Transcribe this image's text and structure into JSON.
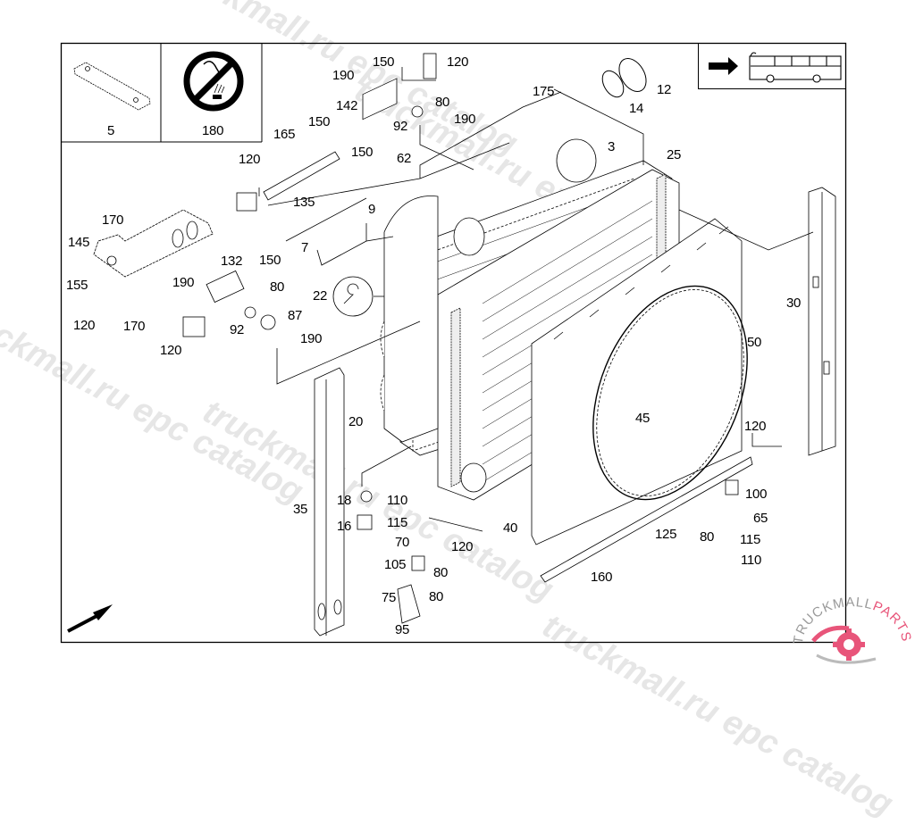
{
  "diagram": {
    "title": "Radiator and cooling assembly exploded parts diagram",
    "watermarks": [
      "truckmall.ru epc catalog",
      "truckmall.ru epc catalog",
      "truckmall.ru epc catalog",
      "truckmall.ru epc catalog",
      "truckmall.ru epc catalog"
    ],
    "logo": {
      "text_left": "TRUCKMALL",
      "text_right": "PARTS",
      "accent_color": "#e8557a"
    },
    "insets": [
      {
        "label": "5",
        "icon": "bracket-plate-icon"
      },
      {
        "label": "180",
        "icon": "no-spray-icon"
      },
      {
        "label": "",
        "icon": "bus-direction-icon"
      }
    ],
    "callouts": [
      {
        "id": "c-190a",
        "text": "190"
      },
      {
        "id": "c-150a",
        "text": "150"
      },
      {
        "id": "c-120a",
        "text": "120"
      },
      {
        "id": "c-142",
        "text": "142"
      },
      {
        "id": "c-80a",
        "text": "80"
      },
      {
        "id": "c-92a",
        "text": "92"
      },
      {
        "id": "c-190b",
        "text": "190"
      },
      {
        "id": "c-62",
        "text": "62"
      },
      {
        "id": "c-175",
        "text": "175"
      },
      {
        "id": "c-12",
        "text": "12"
      },
      {
        "id": "c-14",
        "text": "14"
      },
      {
        "id": "c-3",
        "text": "3"
      },
      {
        "id": "c-25",
        "text": "25"
      },
      {
        "id": "c-165",
        "text": "165"
      },
      {
        "id": "c-150b",
        "text": "150"
      },
      {
        "id": "c-150c",
        "text": "150"
      },
      {
        "id": "c-120b",
        "text": "120"
      },
      {
        "id": "c-135",
        "text": "135"
      },
      {
        "id": "c-9",
        "text": "9"
      },
      {
        "id": "c-7",
        "text": "7"
      },
      {
        "id": "c-170a",
        "text": "170"
      },
      {
        "id": "c-145",
        "text": "145"
      },
      {
        "id": "c-132",
        "text": "132"
      },
      {
        "id": "c-150d",
        "text": "150"
      },
      {
        "id": "c-190c",
        "text": "190"
      },
      {
        "id": "c-80b",
        "text": "80"
      },
      {
        "id": "c-87",
        "text": "87"
      },
      {
        "id": "c-22",
        "text": "22"
      },
      {
        "id": "c-155",
        "text": "155"
      },
      {
        "id": "c-120c",
        "text": "120"
      },
      {
        "id": "c-170b",
        "text": "170"
      },
      {
        "id": "c-92b",
        "text": "92"
      },
      {
        "id": "c-190d",
        "text": "190"
      },
      {
        "id": "c-120d",
        "text": "120"
      },
      {
        "id": "c-30",
        "text": "30"
      },
      {
        "id": "c-50",
        "text": "50"
      },
      {
        "id": "c-20",
        "text": "20"
      },
      {
        "id": "c-45",
        "text": "45"
      },
      {
        "id": "c-120e",
        "text": "120"
      },
      {
        "id": "c-18",
        "text": "18"
      },
      {
        "id": "c-110a",
        "text": "110"
      },
      {
        "id": "c-100",
        "text": "100"
      },
      {
        "id": "c-35",
        "text": "35"
      },
      {
        "id": "c-16",
        "text": "16"
      },
      {
        "id": "c-115a",
        "text": "115"
      },
      {
        "id": "c-40",
        "text": "40"
      },
      {
        "id": "c-65",
        "text": "65"
      },
      {
        "id": "c-70",
        "text": "70"
      },
      {
        "id": "c-120f",
        "text": "120"
      },
      {
        "id": "c-125",
        "text": "125"
      },
      {
        "id": "c-80c",
        "text": "80"
      },
      {
        "id": "c-115b",
        "text": "115"
      },
      {
        "id": "c-105",
        "text": "105"
      },
      {
        "id": "c-80d",
        "text": "80"
      },
      {
        "id": "c-110b",
        "text": "110"
      },
      {
        "id": "c-160",
        "text": "160"
      },
      {
        "id": "c-75",
        "text": "75"
      },
      {
        "id": "c-80e",
        "text": "80"
      },
      {
        "id": "c-95",
        "text": "95"
      }
    ]
  }
}
